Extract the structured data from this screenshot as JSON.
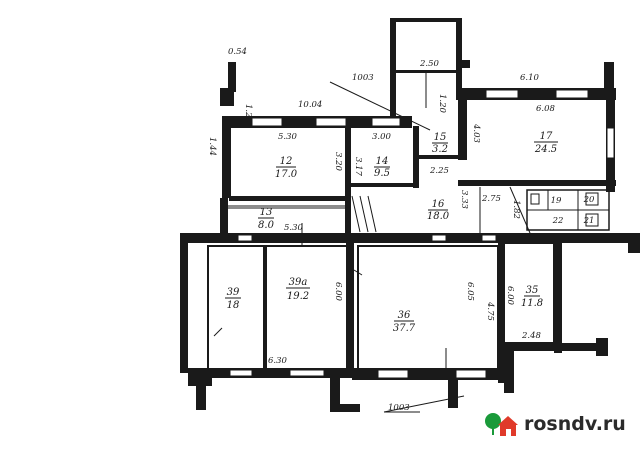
{
  "rooms": {
    "r12": {
      "num": "12",
      "area": "17.0"
    },
    "r14": {
      "num": "14",
      "area": "9.5"
    },
    "r15a": {
      "num": "15",
      "area": "3.2"
    },
    "r17": {
      "num": "17",
      "area": "24.5"
    },
    "r13": {
      "num": "13",
      "area": "8.0"
    },
    "r16": {
      "num": "16",
      "area": "18.0"
    },
    "r19": {
      "num": "19"
    },
    "r20": {
      "num": "20"
    },
    "r22": {
      "num": "22"
    },
    "r21": {
      "num": "21"
    },
    "r39": {
      "num": "39",
      "area": "18"
    },
    "r39a": {
      "num": "39a",
      "area": "19.2"
    },
    "r36": {
      "num": "36",
      "area": "37.7"
    },
    "r35": {
      "num": "35",
      "area": "11.8"
    }
  },
  "dims": {
    "d054": "0.54",
    "d250": "2.50",
    "d1003top": "1003",
    "d610": "6.10",
    "d120": "1.20",
    "d1004": "10.04",
    "d608": "6.08",
    "d144": "1.44",
    "d530a": "5.30",
    "d300": "3.00",
    "d403": "4.03",
    "d320": "3.20",
    "d317": "3.17",
    "d225": "2.25",
    "d333": "3.33",
    "d275": "2.75",
    "d182": "1.82",
    "d530b": "5.30",
    "d600a": "6.00",
    "d605": "6.05",
    "d475": "4.75",
    "d600b": "6.00",
    "d630": "6.30",
    "d248": "2.48",
    "d1003bottom": "1003"
  },
  "watermark": {
    "brand": "rosndv.ru",
    "icon": "house-tree-icon"
  },
  "colors": {
    "ink": "#1a1a1a",
    "brand_green": "#1a9a3a",
    "brand_red": "#e03a2a"
  }
}
